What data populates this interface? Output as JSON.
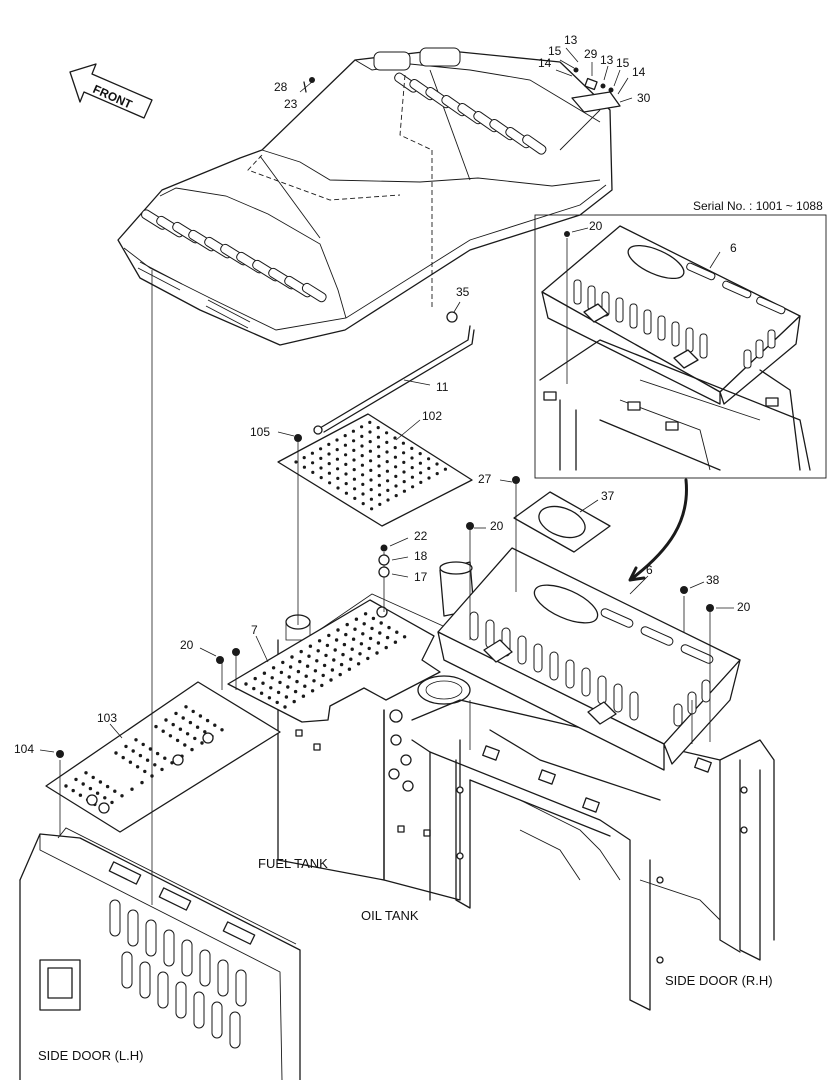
{
  "front_label": "FRONT",
  "serial_note": "Serial No. : 1001 ~ 1088",
  "captions": {
    "fuel_tank": "FUEL TANK",
    "oil_tank": "OIL TANK",
    "side_door_rh": "SIDE DOOR (R.H)",
    "side_door_lh": "SIDE DOOR (L.H)"
  },
  "part_labels": {
    "p28": "28",
    "p23": "23",
    "p13a": "13",
    "p15a": "15",
    "p14a": "14",
    "p29": "29",
    "p13b": "13",
    "p15b": "15",
    "p14b": "14",
    "p30": "30",
    "p35": "35",
    "p11": "11",
    "p105": "105",
    "p102": "102",
    "p20_inset": "20",
    "p6_inset": "6",
    "p27": "27",
    "p37": "37",
    "p20_top": "20",
    "p22": "22",
    "p18": "18",
    "p17": "17",
    "p6": "6",
    "p38": "38",
    "p20_right": "20",
    "p7": "7",
    "p20_left": "20",
    "p103": "103",
    "p104": "104"
  }
}
